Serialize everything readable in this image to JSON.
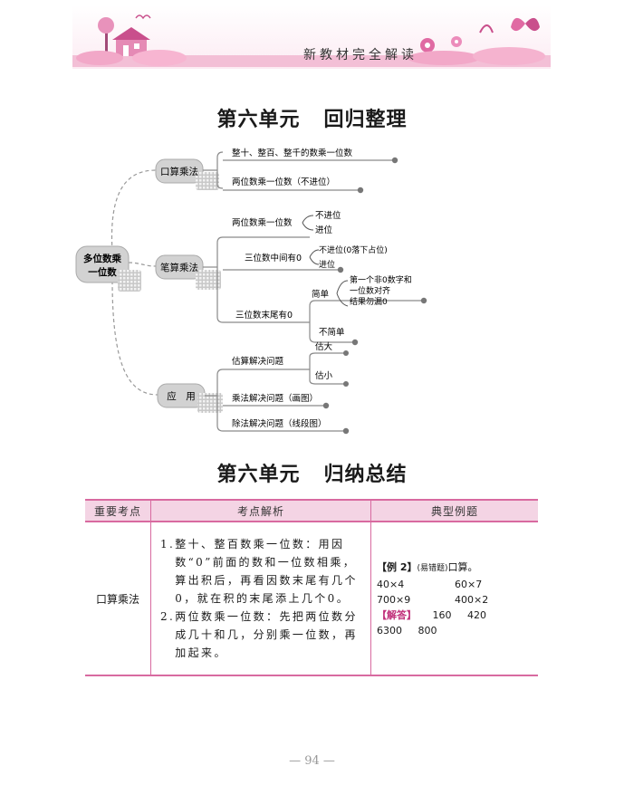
{
  "header": {
    "banner_text": "新教材完全解读"
  },
  "section1": {
    "unit": "第六单元",
    "title": "回归整理"
  },
  "mindmap": {
    "root": [
      "多位数乘",
      "一位数"
    ],
    "branches": {
      "oral": {
        "label": "口算乘法",
        "items": [
          "整十、整百、整千的数乘一位数",
          "两位数乘一位数（不进位）"
        ]
      },
      "written": {
        "label": "笔算乘法",
        "two_digit": "两位数乘一位数",
        "two_digit_subs": [
          "不进位",
          "进位"
        ],
        "zero_middle": "三位数中间有0",
        "zero_middle_subs": [
          "不进位(0落下占位)",
          "进位"
        ],
        "zero_end": "三位数末尾有0",
        "simple": "简单",
        "simple_note": [
          "第一个非0数字和",
          "一位数对齐",
          "结果勿漏0"
        ],
        "not_simple": "不简单"
      },
      "apply": {
        "label": "应　用",
        "estimate": "估算解决问题",
        "estimate_subs": [
          "估大",
          "估小"
        ],
        "mul": "乘法解决问题（画图）",
        "div": "除法解决问题（线段图）"
      }
    }
  },
  "section2": {
    "unit": "第六单元",
    "title": "归纳总结"
  },
  "table": {
    "headers": [
      "重要考点",
      "考点解析",
      "典型例题"
    ],
    "row": {
      "topic": "口算乘法",
      "points": [
        {
          "num": "1.",
          "text": "整十、整百数乘一位数：用因数“0”前面的数和一位数相乘，算出积后，再看因数末尾有几个0，就在积的末尾添上几个0。"
        },
        {
          "num": "2.",
          "text": "两位数乘一位数：先把两位数分成几十和几，分别乘一位数，再加起来。"
        }
      ],
      "example": {
        "tag": "【例 2】",
        "tag_note": "(易错题)",
        "prompt": "口算。",
        "problems": [
          "40×4",
          "60×7",
          "700×9",
          "400×2"
        ],
        "answer_tag": "【解答】",
        "answers": [
          "160",
          "420",
          "6300",
          "800"
        ]
      }
    }
  },
  "footer": {
    "page_number": "— 94 —"
  },
  "colors": {
    "accent_pink": "#d86aa0",
    "header_fill": "#f4d4e4",
    "node_gray": "#cfcfcf",
    "line_gray": "#8a8a8a"
  }
}
